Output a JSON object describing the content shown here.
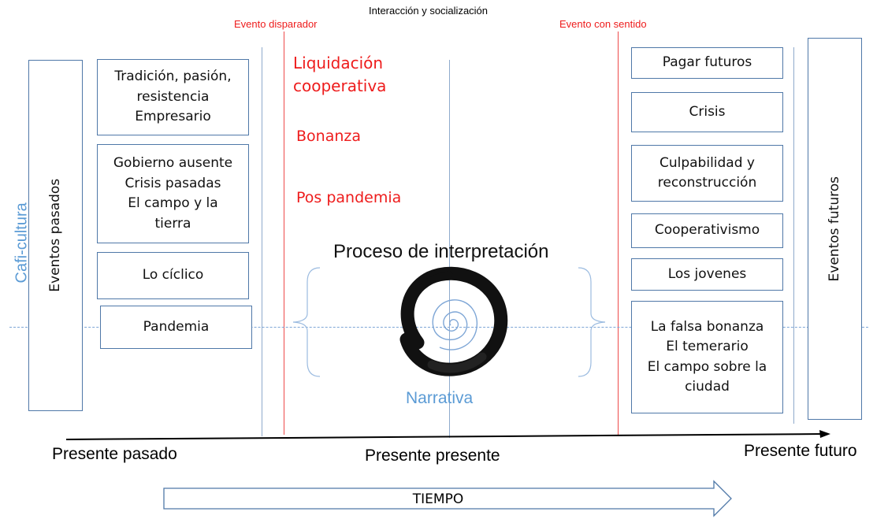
{
  "header": {
    "top_center": "Interacción y socialización",
    "trigger_event": "Evento disparador",
    "meaningful_event": "Evento con sentido"
  },
  "left": {
    "culture_label": "Cafi-cultura",
    "past_events_label": "Eventos pasados",
    "boxes": [
      "Tradición, pasión,\nresistencia\nEmpresario",
      "Gobierno ausente\nCrisis pasadas\nEl campo y la\ntierra",
      "Lo cíclico",
      "Pandemia"
    ]
  },
  "center": {
    "red_items": [
      "Liquidación\ncooperativa",
      "Bonanza",
      "Pos pandemia"
    ],
    "process_label": "Proceso de interpretación",
    "narrative_label": "Narrativa"
  },
  "right": {
    "boxes": [
      "Pagar futuros",
      "Crisis",
      "Culpabilidad y\nreconstrucción",
      "Cooperativismo",
      "Los jovenes",
      "La falsa bonanza\nEl temerario\nEl campo sobre la\nciudad"
    ],
    "future_events_label": "Eventos futuros"
  },
  "timeline": {
    "past_present": "Presente pasado",
    "present_present": "Presente presente",
    "future_present": "Presente futuro",
    "time_label": "TIEMPO"
  },
  "colors": {
    "box_border": "#4f78a8",
    "red": "#ee1c1c",
    "light_blue": "#5b9bd5"
  }
}
